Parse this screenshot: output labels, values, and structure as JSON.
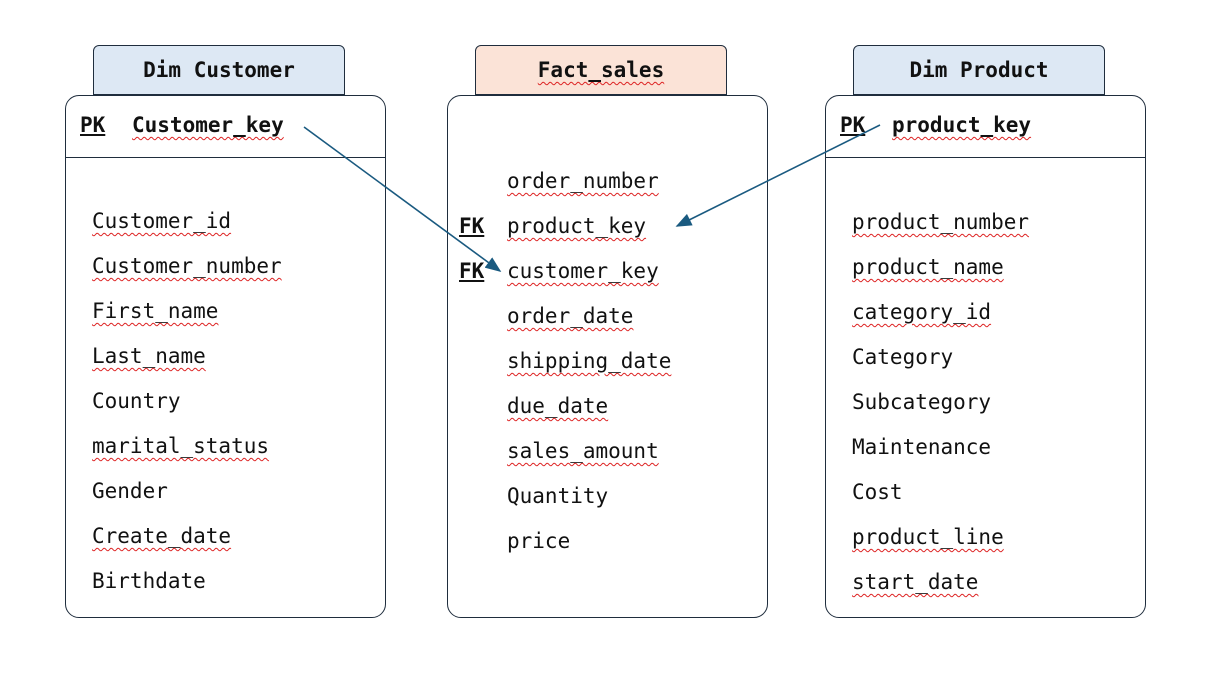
{
  "dim_customer": {
    "title": "Dim Customer",
    "pk_label": "PK",
    "pk_field": "Customer_key",
    "fields": [
      "Customer_id",
      "Customer_number",
      "First_name",
      "Last_name",
      "Country",
      "marital_status",
      "Gender",
      "Create_date",
      "Birthdate"
    ],
    "spellchecked": [
      true,
      true,
      true,
      true,
      false,
      true,
      false,
      true,
      false
    ]
  },
  "fact_sales": {
    "title": "Fact_sales",
    "fk_label": "FK",
    "fields": [
      "order_number",
      "product_key",
      "customer_key",
      "order_date",
      "shipping_date",
      "due_date",
      "sales_amount",
      "Quantity",
      "price"
    ],
    "fk_fields": [
      false,
      true,
      true,
      false,
      false,
      false,
      false,
      false,
      false
    ],
    "spellchecked": [
      true,
      true,
      true,
      true,
      true,
      true,
      true,
      false,
      false
    ]
  },
  "dim_product": {
    "title": "Dim Product",
    "pk_label": "PK",
    "pk_field": "product_key",
    "fields": [
      "product_number",
      "product_name",
      "category_id",
      "Category",
      "Subcategory",
      "Maintenance",
      "Cost",
      "product_line",
      "start_date"
    ],
    "spellchecked": [
      true,
      true,
      true,
      false,
      false,
      false,
      false,
      true,
      true
    ]
  },
  "colors": {
    "dim_header": "#dde8f4",
    "fact_header": "#fbe3d7",
    "border": "#1f2d3d",
    "arrow": "#1a5a80",
    "spellcheck": "#d22"
  }
}
